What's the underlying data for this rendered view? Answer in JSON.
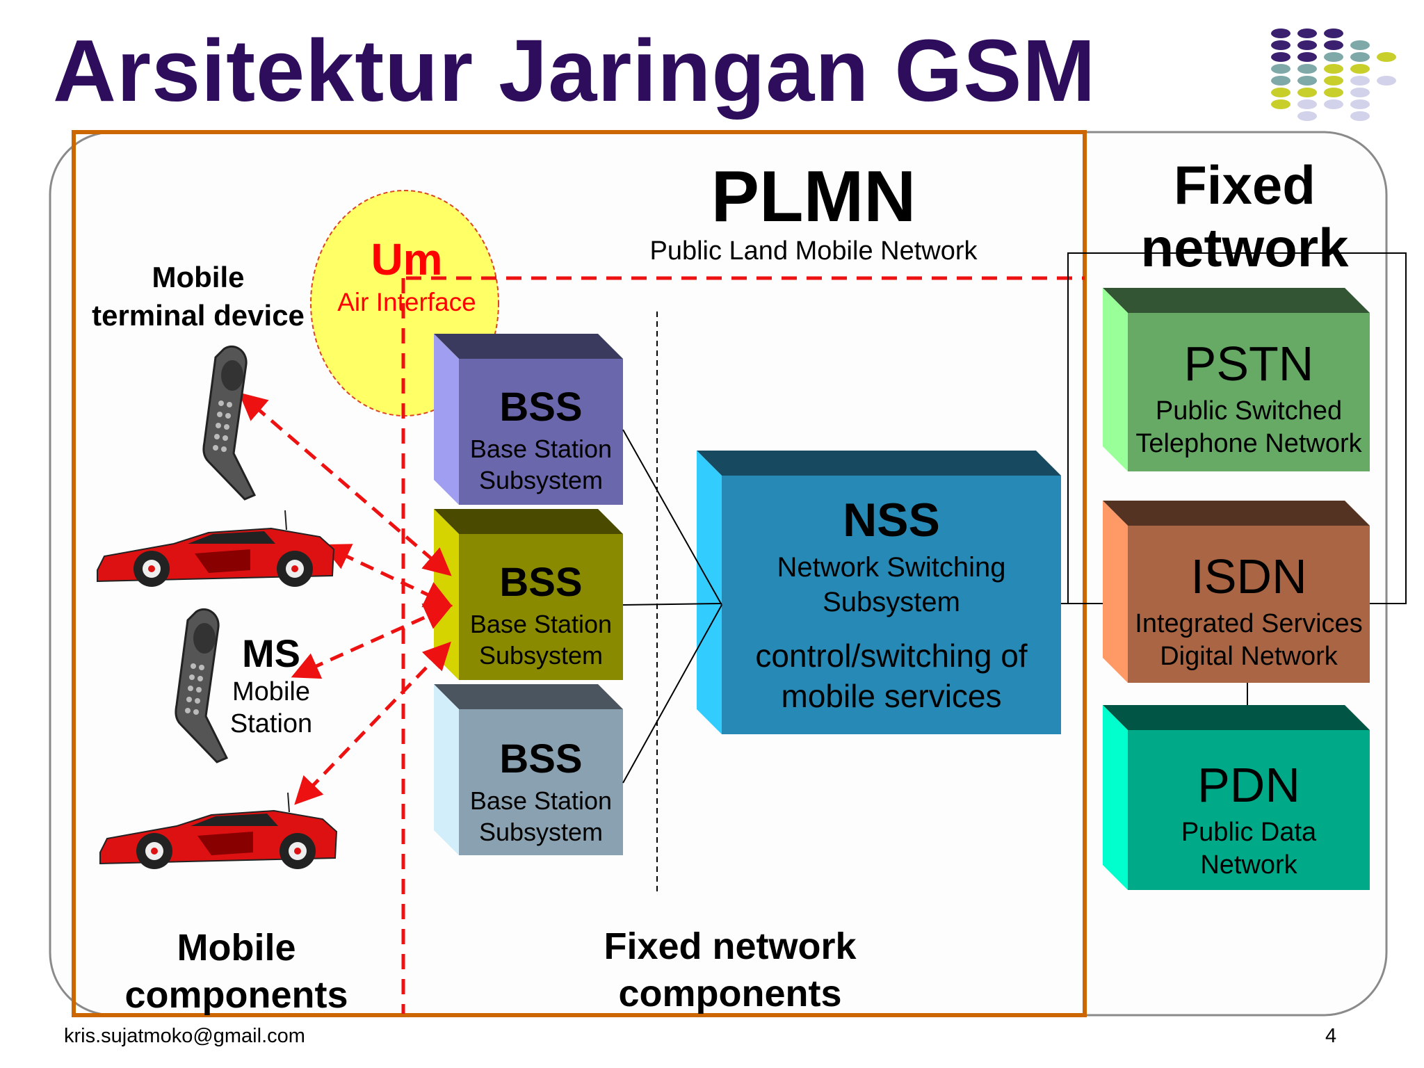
{
  "slide": {
    "title": "Arsitektur Jaringan GSM",
    "footer_email": "kris.sujatmoko@gmail.com",
    "page_number": "4"
  },
  "plmn": {
    "title": "PLMN",
    "subtitle": "Public Land Mobile Network"
  },
  "fixed_network": {
    "title_line1": "Fixed",
    "title_line2": "network"
  },
  "air_interface": {
    "label": "Um",
    "sublabel": "Air Interface"
  },
  "mobile_terminal": {
    "line1": "Mobile",
    "line2": "terminal device"
  },
  "ms": {
    "title": "MS",
    "line1": "Mobile",
    "line2": "Station"
  },
  "bss": [
    {
      "title": "BSS",
      "line1": "Base Station",
      "line2": "Subsystem",
      "front": "#6a67ad",
      "side": "#a09ef0",
      "top": "#3a3a5e"
    },
    {
      "title": "BSS",
      "line1": "Base Station",
      "line2": "Subsystem",
      "front": "#8a8a00",
      "side": "#d6d400",
      "top": "#4a4a00"
    },
    {
      "title": "BSS",
      "line1": "Base Station",
      "line2": "Subsystem",
      "front": "#8aa1b1",
      "side": "#d2eefa",
      "top": "#4a5560"
    }
  ],
  "nss": {
    "title": "NSS",
    "line1": "Network Switching",
    "line2": "Subsystem",
    "line3": "control/switching of",
    "line4": "mobile services",
    "front": "#2789b5",
    "side": "#33ccff",
    "top": "#174a60"
  },
  "fixed_boxes": [
    {
      "title": "PSTN",
      "line1": "Public Switched",
      "line2": "Telephone Network",
      "front": "#66aa66",
      "side": "#99ff99",
      "top": "#335533"
    },
    {
      "title": "ISDN",
      "line1": "Integrated Services",
      "line2": "Digital Network",
      "front": "#aa6644",
      "side": "#ff9966",
      "top": "#553322"
    },
    {
      "title": "PDN",
      "line1": "Public Data",
      "line2": "Network",
      "front": "#00aa88",
      "side": "#00ffcc",
      "top": "#005544"
    }
  ],
  "bottom_labels": {
    "mobile_line1": "Mobile",
    "mobile_line2": "components",
    "fixed_line1": "Fixed network",
    "fixed_line2": "components"
  },
  "colors": {
    "title": "#2e0d5c",
    "plmn_border": "#cc6600",
    "air_interface_fill": "#ffff66",
    "air_interface_text": "#ff0000",
    "dash_red": "#ee1111",
    "car_red": "#dd1111"
  }
}
